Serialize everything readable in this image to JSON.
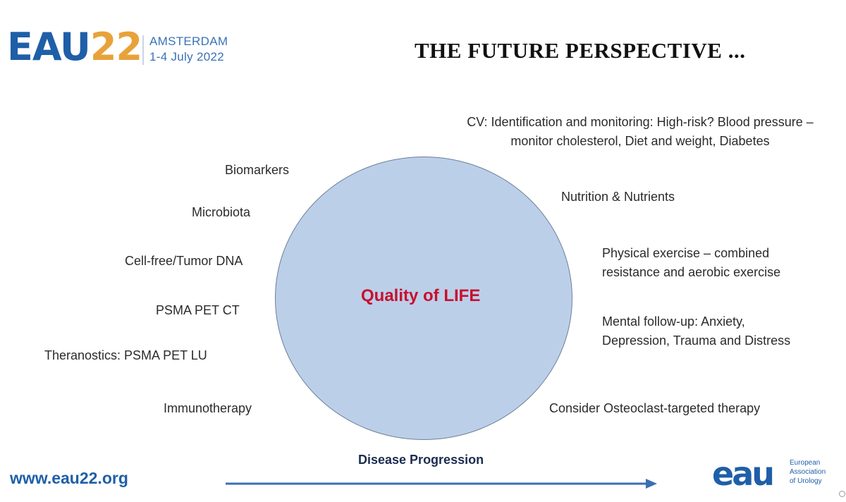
{
  "header": {
    "logo_eau": "EAU",
    "logo_num": "22",
    "city": "AMSTERDAM",
    "dates": "1-4 July 2022",
    "title": "THE FUTURE PERSPECTIVE ..."
  },
  "diagram": {
    "center_label": "Quality of LIFE",
    "left_items": [
      "Biomarkers",
      "Microbiota",
      "Cell-free/Tumor DNA",
      "PSMA PET CT",
      "Theranostics: PSMA PET LU",
      "Immunotherapy"
    ],
    "right_items": [
      {
        "line1": "CV: Identification and monitoring: High-risk? Blood pressure –",
        "line2": "monitor cholesterol, Diet and weight, Diabetes"
      },
      {
        "line1": "Nutrition & Nutrients"
      },
      {
        "line1": "Physical exercise – combined",
        "line2": "resistance and aerobic exercise"
      },
      {
        "line1": "Mental follow-up: Anxiety,",
        "line2": "Depression, Trauma and Distress"
      },
      {
        "line1": "Consider Osteoclast-targeted therapy"
      }
    ],
    "arrow_label": "Disease Progression"
  },
  "footer": {
    "website": "www.eau22.org",
    "org_mark": "eau",
    "org_line1": "European",
    "org_line2": "Association",
    "org_line3": "of Urology"
  },
  "colors": {
    "brand_blue": "#1f5fa8",
    "brand_orange": "#e8a23a",
    "circle_fill": "#bccfe9",
    "center_text": "#c8102e",
    "arrow": "#3b6fb3"
  }
}
